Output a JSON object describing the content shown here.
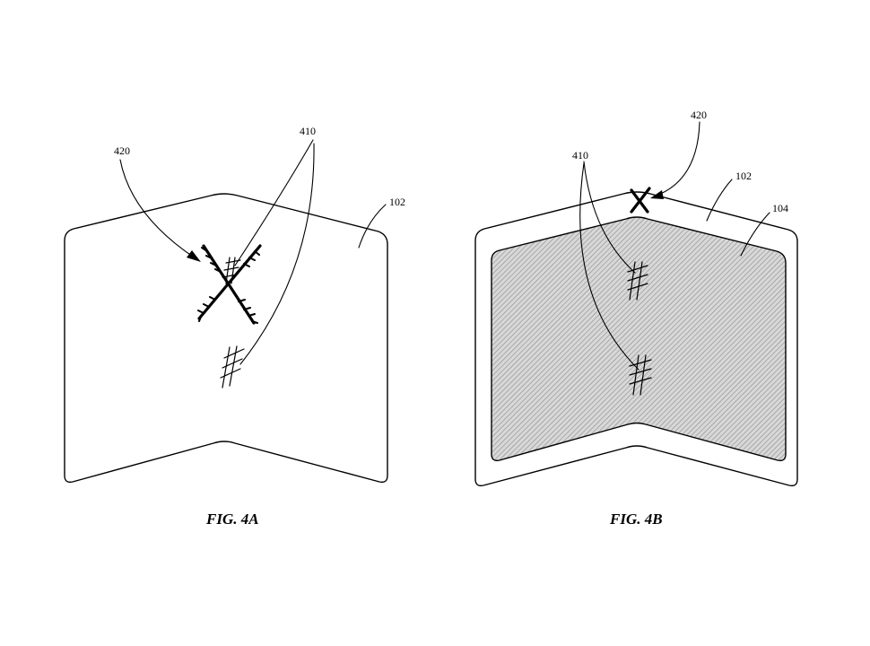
{
  "figures": [
    {
      "caption": "FIG. 4A",
      "labels": {
        "scratch_ref": "410",
        "dent_ref": "420",
        "cover_ref": "102"
      }
    },
    {
      "caption": "FIG. 4B",
      "labels": {
        "scratch_ref": "410",
        "dent_ref": "420",
        "cover_ref": "102",
        "display_ref": "104"
      }
    }
  ]
}
